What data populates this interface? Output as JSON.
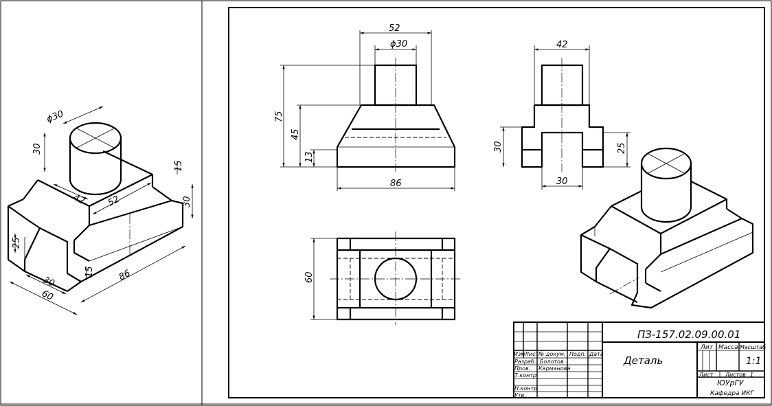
{
  "isometric_dims": {
    "dia": "ϕ30",
    "h_cyl": "30",
    "w_top": "42",
    "d_top": "52",
    "h_step": "15",
    "h_right": "30",
    "slot_h": "25",
    "slot_w": "30",
    "step_15": "15",
    "length": "86",
    "width": "60"
  },
  "front_view": {
    "top_w": "52",
    "dia": "ϕ30",
    "h_total": "75",
    "h_45": "45",
    "h_13": "13",
    "bottom_w": "86"
  },
  "side_view": {
    "top_w": "42",
    "h_30": "30",
    "h_25": "25",
    "slot_w": "30"
  },
  "top_view": {
    "depth": "60"
  },
  "title_block": {
    "designation": "ПЗ-157.02.09.00.01",
    "name": "Деталь",
    "col_izm": "Изм",
    "col_list": "Лист",
    "col_doc": "№ докум.",
    "col_sign": "Подп.",
    "col_date": "Дата",
    "row_razrab": "Разраб.",
    "row_prov": "Пров.",
    "row_tkontr": "Т.контр.",
    "row_nkontr": "Н.контр.",
    "row_utv": "Утв.",
    "razrab_name": "Болотов",
    "prov_name": "Карманова",
    "lit": "Лит",
    "massa": "Масса",
    "masshtab": "Масштаб",
    "scale": "1:1",
    "list": "Лист",
    "listov": "Листов",
    "listov_num": "1",
    "org": "ЮУрГУ",
    "dept": "Кафедра ИКГ"
  }
}
